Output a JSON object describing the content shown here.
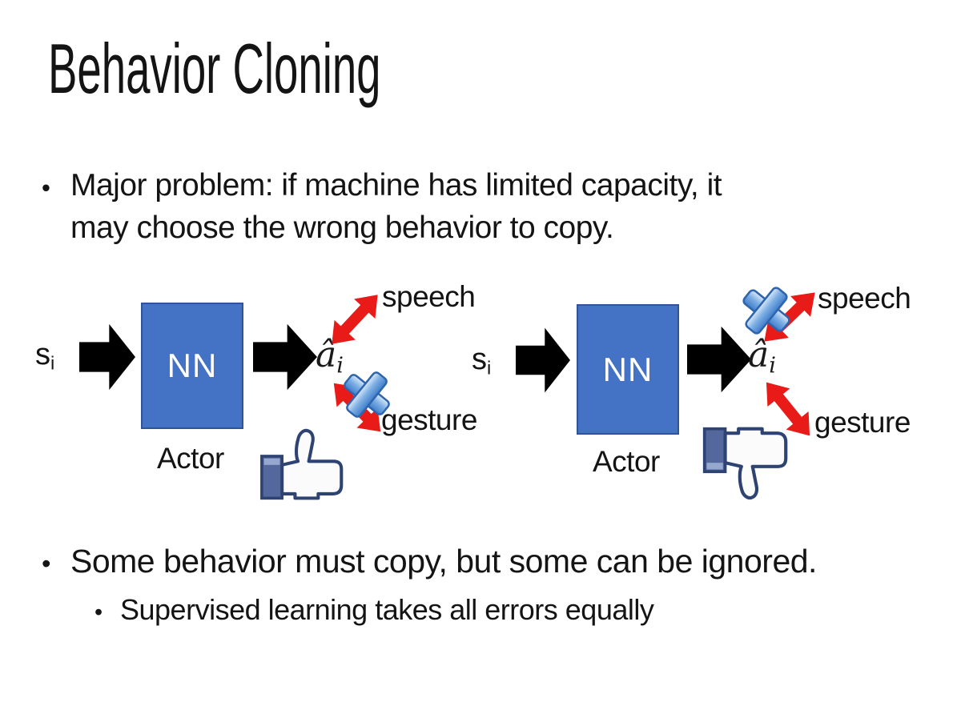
{
  "slide": {
    "title": "Behavior Cloning",
    "bullet1": {
      "lines": [
        "Major problem: if machine has limited capacity, it",
        "may choose the wrong behavior to copy."
      ]
    },
    "bullet2": "Some behavior must copy, but some can be ignored.",
    "bullet2_sub": "Supervised learning takes all errors equally",
    "bullet_glyph": "•"
  },
  "diagram_left": {
    "input": "s",
    "input_sub": "i",
    "nn": "NN",
    "output": "â",
    "output_sub": "i",
    "actor": "Actor",
    "speech": "speech",
    "gesture": "gesture",
    "crossed_out": "gesture",
    "feedback_icon": "thumbs-up"
  },
  "diagram_right": {
    "input": "s",
    "input_sub": "i",
    "nn": "NN",
    "output": "â",
    "output_sub": "i",
    "actor": "Actor",
    "speech": "speech",
    "gesture": "gesture",
    "crossed_out": "speech",
    "feedback_icon": "thumbs-down"
  },
  "colors": {
    "nn_fill": "#4472C4",
    "nn_border": "#2F5597",
    "arrow_black": "#000000",
    "arrow_red": "#E81B18",
    "cross_blue": "#4E8CD8",
    "thumb_outline": "#2E4372",
    "thumb_cuff": "#55689E"
  }
}
